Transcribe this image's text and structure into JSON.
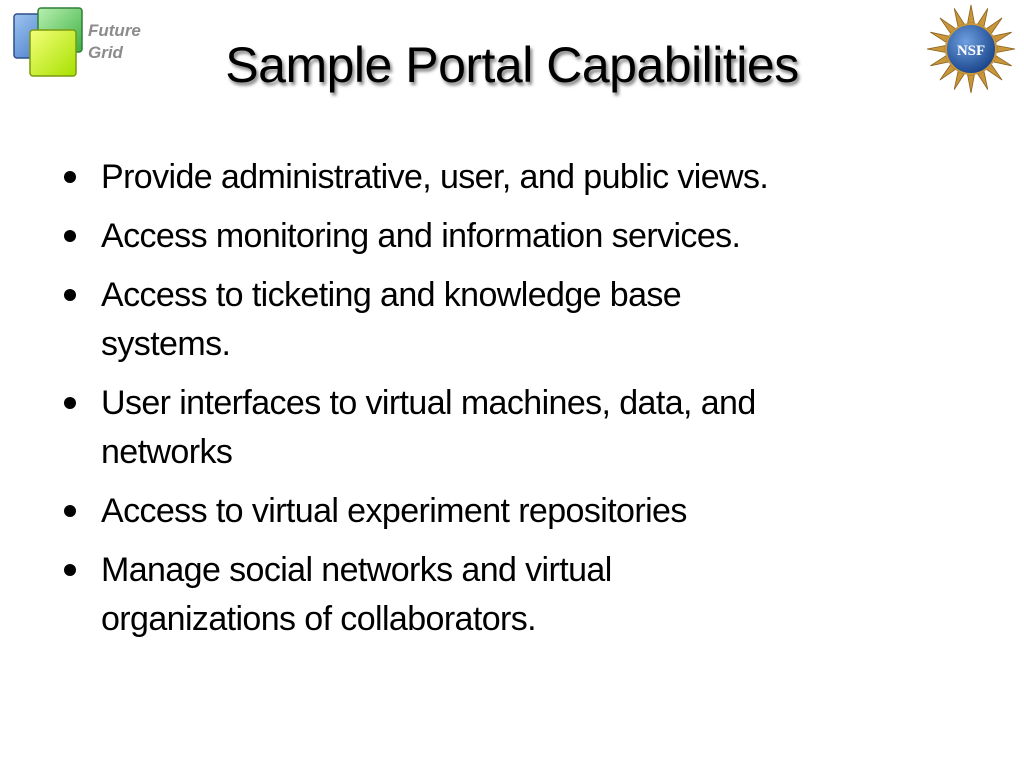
{
  "logo_left": {
    "text_line_1": "Future",
    "text_line_2": "Grid"
  },
  "logo_right": {
    "text": "NSF"
  },
  "title": "Sample Portal Capabilities",
  "bullets": [
    {
      "lines": [
        "Provide administrative, user, and public views."
      ]
    },
    {
      "lines": [
        "Access monitoring and information services."
      ]
    },
    {
      "lines": [
        "Access to ticketing and knowledge base",
        "systems."
      ]
    },
    {
      "lines": [
        "User interfaces to virtual machines, data, and",
        "networks"
      ]
    },
    {
      "lines": [
        "Access to virtual experiment repositories"
      ]
    },
    {
      "lines": [
        "Manage social networks and virtual",
        "organizations of collaborators."
      ]
    }
  ],
  "colors": {
    "title": "#000000",
    "body_text": "#000000",
    "logo_text": "#8c8c8c",
    "nsf_blue": "#1f4e9b",
    "nsf_gold": "#c9963a"
  },
  "icons": [
    "futuregrid-logo-icon",
    "nsf-seal-icon"
  ]
}
